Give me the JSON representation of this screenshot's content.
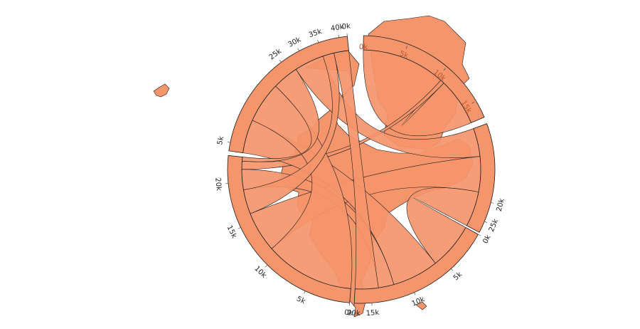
{
  "colors": {
    "fill": "#f5956b",
    "stroke": "#1a1a1a",
    "background": "#ffffff",
    "inside_label": "#c0552d"
  },
  "chart_data": {
    "type": "chord",
    "title": "",
    "unit_step": 5000,
    "groups": [
      {
        "start_deg": 1,
        "end_deg": 67,
        "min": 0,
        "max": 17000,
        "inside_ticks": true
      },
      {
        "start_deg": 70,
        "end_deg": 118,
        "min": 0,
        "max": 28000,
        "inside_ticks": false
      },
      {
        "start_deg": 119,
        "end_deg": 183,
        "min": 0,
        "max": 17000,
        "inside_ticks": false
      },
      {
        "start_deg": 185,
        "end_deg": 276,
        "min": 0,
        "max": 23000,
        "inside_ticks": false
      },
      {
        "start_deg": 278,
        "end_deg": 354,
        "min": 0,
        "max": 42000,
        "inside_ticks": false
      }
    ],
    "ticks": [
      {
        "group": 0,
        "value": 0,
        "label": "0k"
      },
      {
        "group": 0,
        "value": 5000,
        "label": "5k"
      },
      {
        "group": 0,
        "value": 10000,
        "label": "10k"
      },
      {
        "group": 0,
        "value": 15000,
        "label": "15k"
      },
      {
        "group": 1,
        "value": 20000,
        "label": "20k"
      },
      {
        "group": 1,
        "value": 25000,
        "label": "25k"
      },
      {
        "group": 2,
        "value": 0,
        "label": "0k"
      },
      {
        "group": 2,
        "value": 5000,
        "label": "5k"
      },
      {
        "group": 2,
        "value": 10000,
        "label": "10k"
      },
      {
        "group": 2,
        "value": 15000,
        "label": "15k"
      },
      {
        "group": 2,
        "value": 17000,
        "label": "20k"
      },
      {
        "group": 3,
        "value": 0,
        "label": "0k"
      },
      {
        "group": 3,
        "value": 5000,
        "label": "5k"
      },
      {
        "group": 3,
        "value": 10000,
        "label": "10k"
      },
      {
        "group": 3,
        "value": 15000,
        "label": "15k"
      },
      {
        "group": 3,
        "value": 20000,
        "label": "20k"
      },
      {
        "group": 4,
        "value": 25000,
        "label": "25k"
      },
      {
        "group": 4,
        "value": 30000,
        "label": "30k"
      },
      {
        "group": 4,
        "value": 35000,
        "label": "35k"
      },
      {
        "group": 4,
        "value": 40000,
        "label": "40k"
      },
      {
        "group": 4,
        "value": 42000,
        "label": "0k"
      },
      {
        "group": 4,
        "value": 2000,
        "label": "5k"
      }
    ],
    "chords": [
      {
        "source": [
          0,
          0,
          10500
        ],
        "target": [
          0,
          11000,
          17000
        ]
      },
      {
        "source": [
          0,
          10500,
          11000
        ],
        "target": [
          3,
          21500,
          22500
        ]
      },
      {
        "source": [
          1,
          0,
          8000
        ],
        "target": [
          4,
          27000,
          35000
        ]
      },
      {
        "source": [
          1,
          8000,
          18000
        ],
        "target": [
          3,
          11000,
          16000
        ]
      },
      {
        "source": [
          1,
          18000,
          28000
        ],
        "target": [
          2,
          0,
          6000
        ]
      },
      {
        "source": [
          2,
          6000,
          12000
        ],
        "target": [
          4,
          0,
          9000
        ]
      },
      {
        "source": [
          2,
          12000,
          14000
        ],
        "target": [
          3,
          19000,
          21500
        ]
      },
      {
        "source": [
          2,
          14000,
          17000
        ],
        "target": [
          4,
          38000,
          42000
        ]
      },
      {
        "source": [
          3,
          0,
          11000
        ],
        "target": [
          4,
          9000,
          20000
        ]
      },
      {
        "source": [
          3,
          16000,
          19000
        ],
        "target": [
          4,
          35000,
          38000
        ]
      },
      {
        "source": [
          3,
          22500,
          23000
        ],
        "target": [
          4,
          20000,
          27000
        ]
      }
    ]
  }
}
